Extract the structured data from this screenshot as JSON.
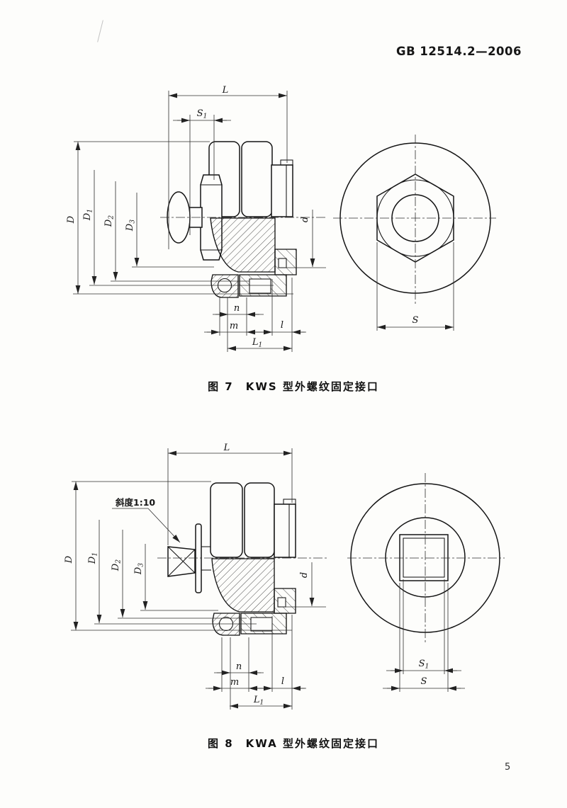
{
  "page": {
    "header": "GB 12514.2—2006",
    "page_number": "5"
  },
  "figure7": {
    "caption": "图 7　KWS 型外螺纹固定接口",
    "dims": {
      "L": "L",
      "S1": {
        "base": "S",
        "sub": "1"
      },
      "D": "D",
      "D1": {
        "base": "D",
        "sub": "1"
      },
      "D2": {
        "base": "D",
        "sub": "2"
      },
      "D3": {
        "base": "D",
        "sub": "3"
      },
      "d": "d",
      "n": "n",
      "m": "m",
      "l": "l",
      "L1": {
        "base": "L",
        "sub": "1"
      },
      "S": "S"
    }
  },
  "figure8": {
    "caption": "图 8　KWA 型外螺纹固定接口",
    "taper_note": "斜度1:10",
    "dims": {
      "L": "L",
      "S1": {
        "base": "S",
        "sub": "1"
      },
      "D": "D",
      "D1": {
        "base": "D",
        "sub": "1"
      },
      "D2": {
        "base": "D",
        "sub": "2"
      },
      "D3": {
        "base": "D",
        "sub": "3"
      },
      "d": "d",
      "n": "n",
      "m": "m",
      "l": "l",
      "L1": {
        "base": "L",
        "sub": "1"
      },
      "S": "S"
    }
  }
}
